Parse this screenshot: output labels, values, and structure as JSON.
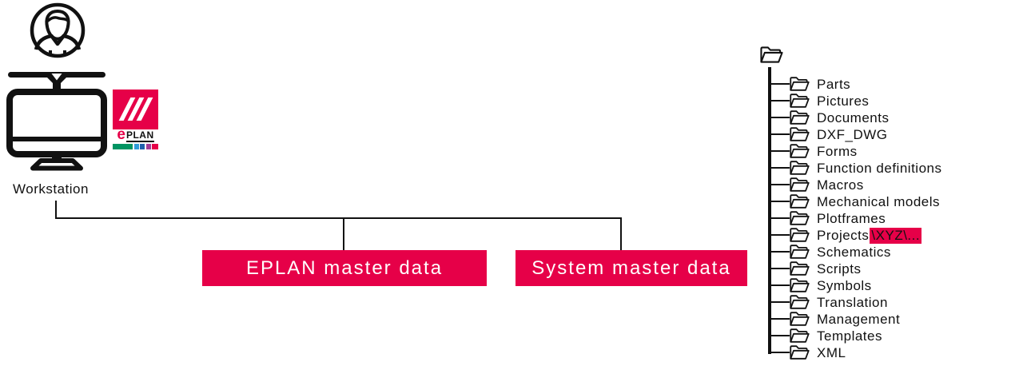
{
  "workstation": {
    "label": "Workstation",
    "icons": [
      "person-avatar-icon",
      "monitor-icon",
      "eplan-logo"
    ]
  },
  "logo": {
    "brand_e": "e",
    "brand_plan": "PLAN"
  },
  "boxes": {
    "eplan_label": "EPLAN master data",
    "system_label": "System master data"
  },
  "colors": {
    "accent": "#E60048",
    "logo_green": "#009462",
    "logo_light_blue": "#2F9BD8",
    "logo_blue": "#2161AC",
    "logo_purple": "#A33C97"
  },
  "tree": {
    "root_icon": "folder-icon",
    "items": [
      {
        "label": "Parts",
        "highlight": ""
      },
      {
        "label": "Pictures",
        "highlight": ""
      },
      {
        "label": "Documents",
        "highlight": ""
      },
      {
        "label": "DXF_DWG",
        "highlight": ""
      },
      {
        "label": "Forms",
        "highlight": ""
      },
      {
        "label": "Function definitions",
        "highlight": ""
      },
      {
        "label": "Macros",
        "highlight": ""
      },
      {
        "label": "Mechanical models",
        "highlight": ""
      },
      {
        "label": "Plotframes",
        "highlight": ""
      },
      {
        "label": "Projects",
        "highlight": "\\XYZ\\..."
      },
      {
        "label": "Schematics",
        "highlight": ""
      },
      {
        "label": "Scripts",
        "highlight": ""
      },
      {
        "label": "Symbols",
        "highlight": ""
      },
      {
        "label": "Translation",
        "highlight": ""
      },
      {
        "label": "Management",
        "highlight": ""
      },
      {
        "label": "Templates",
        "highlight": ""
      },
      {
        "label": "XML",
        "highlight": ""
      }
    ]
  }
}
